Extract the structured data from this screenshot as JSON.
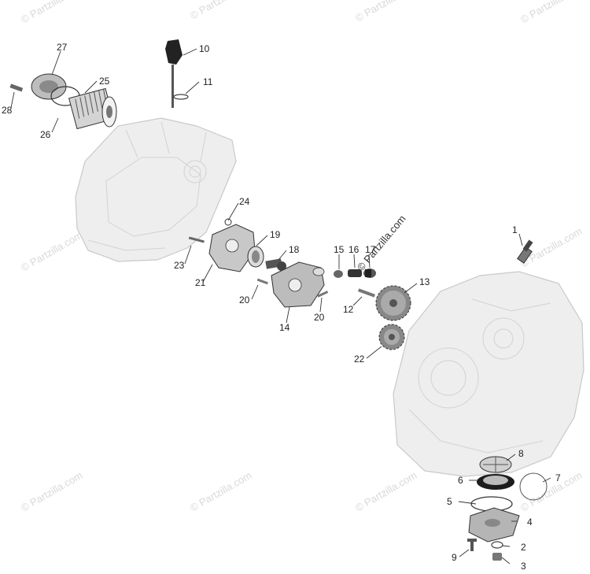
{
  "watermark_text": "© Partzilla.com",
  "callouts": [
    {
      "id": "1",
      "label": "1"
    },
    {
      "id": "2",
      "label": "2"
    },
    {
      "id": "3",
      "label": "3"
    },
    {
      "id": "4",
      "label": "4"
    },
    {
      "id": "5",
      "label": "5"
    },
    {
      "id": "6",
      "label": "6"
    },
    {
      "id": "7",
      "label": "7"
    },
    {
      "id": "8",
      "label": "8"
    },
    {
      "id": "9",
      "label": "9"
    },
    {
      "id": "10",
      "label": "10"
    },
    {
      "id": "11",
      "label": "11"
    },
    {
      "id": "12",
      "label": "12"
    },
    {
      "id": "13",
      "label": "13"
    },
    {
      "id": "14",
      "label": "14"
    },
    {
      "id": "15",
      "label": "15"
    },
    {
      "id": "16",
      "label": "16"
    },
    {
      "id": "17",
      "label": "17"
    },
    {
      "id": "18",
      "label": "18"
    },
    {
      "id": "19",
      "label": "19"
    },
    {
      "id": "20a",
      "label": "20"
    },
    {
      "id": "20b",
      "label": "20"
    },
    {
      "id": "21",
      "label": "21"
    },
    {
      "id": "22",
      "label": "22"
    },
    {
      "id": "23",
      "label": "23"
    },
    {
      "id": "24",
      "label": "24"
    },
    {
      "id": "25",
      "label": "25"
    },
    {
      "id": "26",
      "label": "26"
    },
    {
      "id": "27",
      "label": "27"
    },
    {
      "id": "28",
      "label": "28"
    }
  ],
  "colors": {
    "background": "#ffffff",
    "case_fill": "#eeeeee",
    "part_dark": "#333333",
    "part_mid": "#9a9a9a",
    "watermark": "#d9d9d9"
  }
}
